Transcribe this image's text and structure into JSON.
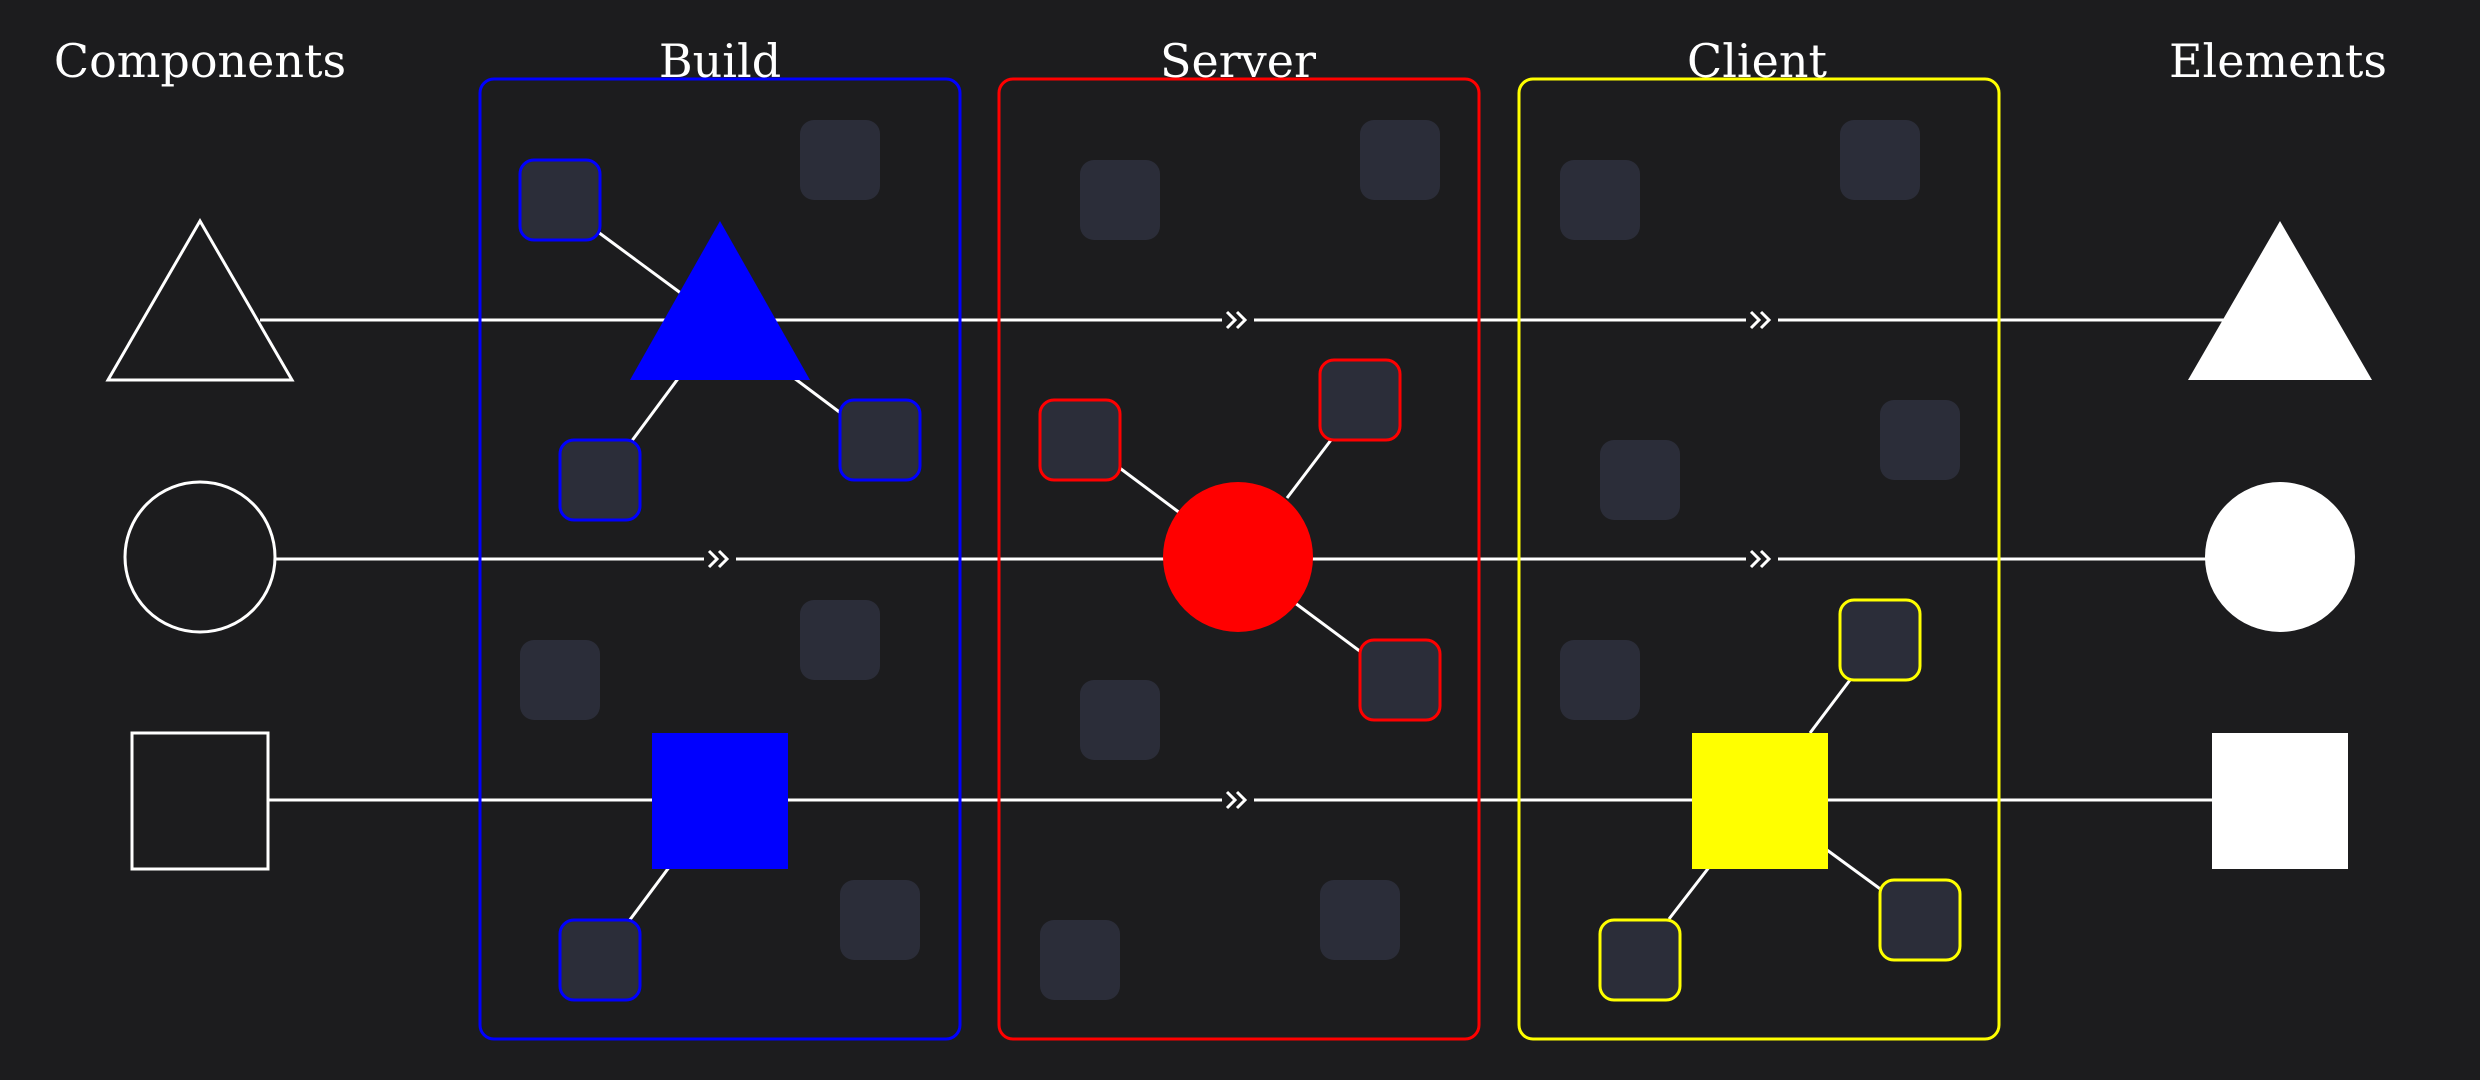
{
  "colors": {
    "background": "#1c1c1e",
    "line": "#ffffff",
    "node_fill": "#2b2d39",
    "build": "#0000ff",
    "server": "#ff0000",
    "client": "#ffff00",
    "output": "#ffffff"
  },
  "headings": {
    "components": "Components",
    "build": "Build",
    "server": "Server",
    "client": "Client",
    "elements": "Elements"
  },
  "connector_glyph": "»",
  "rows": [
    {
      "shape": "triangle",
      "rendered_in": "build"
    },
    {
      "shape": "circle",
      "rendered_in": "server"
    },
    {
      "shape": "square",
      "rendered_in": "client"
    }
  ],
  "icons": {
    "input_shapes": [
      "triangle-outline-icon",
      "circle-outline-icon",
      "square-outline-icon"
    ],
    "output_shapes": [
      "triangle-filled-icon",
      "circle-filled-icon",
      "square-filled-icon"
    ],
    "node": "rounded-square-node-icon",
    "connector": "double-chevron-icon"
  }
}
